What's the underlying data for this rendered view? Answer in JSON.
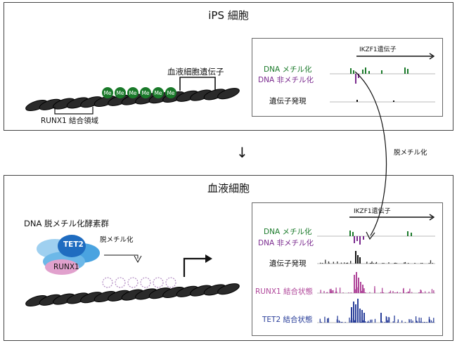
{
  "top": {
    "title": "iPS 細胞",
    "gene_label": "血液細胞遺伝子",
    "runx1_label": "RUNX1 結合領域",
    "me_label": "Me",
    "me_count": 6,
    "inset": {
      "gene_name": "IKZF1遺伝子",
      "tracks": [
        "DNA メチル化",
        "DNA 非メチル化",
        "遺伝子発現"
      ]
    }
  },
  "transition": {
    "arrow_glyph": "↓",
    "curve_label": "脱メチル化"
  },
  "bottom": {
    "title": "血液細胞",
    "enzymes_label": "DNA 脱メチル化酵素群",
    "tet2_label": "TET2",
    "runx1_label": "RUNX1",
    "demeth_label": "脱メチル化",
    "inset": {
      "gene_name": "IKZF1遺伝子",
      "tracks": [
        "DNA メチル化",
        "DNA 非メチル化",
        "遺伝子発現",
        "RUNX1 結合状態",
        "TET2 結合状態"
      ]
    }
  },
  "colors": {
    "methyl": "#1a7a2a",
    "unmethyl": "#7a2a8e",
    "runx1": "#d98ac4",
    "tet2": "#2e7fc9",
    "tet2_track": "#2a3f9a",
    "runx1_track": "#b0479a"
  }
}
